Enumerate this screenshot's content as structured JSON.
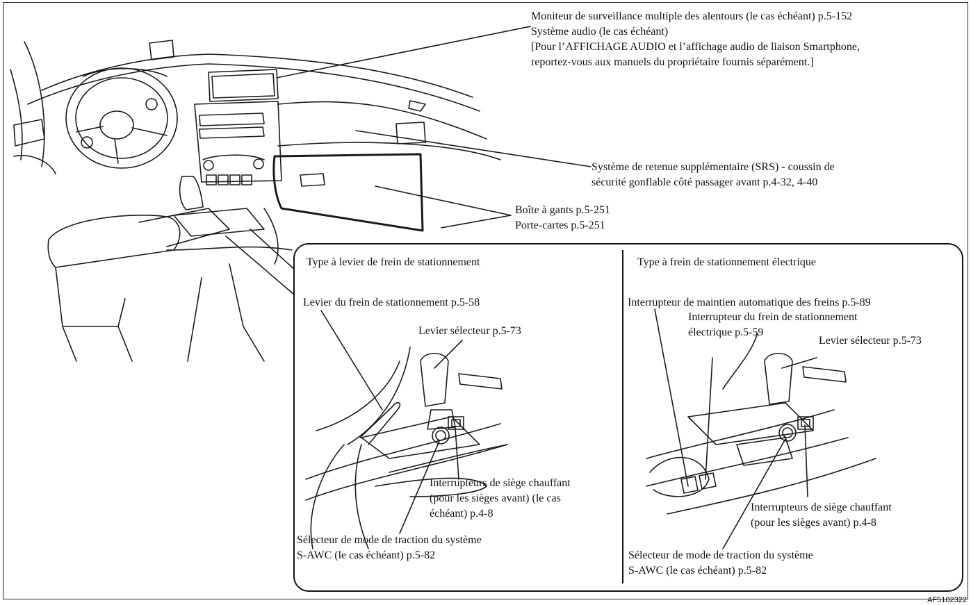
{
  "figure_code": "AF5102322",
  "callouts": {
    "monitor": "Moniteur de surveillance multiple des alentours (le cas échéant) p.5-152",
    "audio": "Système audio (le cas échéant)",
    "audio_note_1": "[Pour l’AFFICHAGE AUDIO et l’affichage audio de liaison Smartphone,",
    "audio_note_2": "reportez-vous aux manuels du propriétaire fournis séparément.]",
    "srs_1": "Système de retenue supplémentaire (SRS) - coussin de",
    "srs_2": "sécurité gonflable côté passager avant p.4-32, 4-40",
    "glovebox": "Boîte à gants p.5-251",
    "cardholder": "Porte-cartes p.5-251"
  },
  "left_panel": {
    "heading": "Type à levier de frein de stationnement",
    "parking_lever": "Levier du frein de stationnement p.5-58",
    "selector_lever": "Levier sélecteur p.5-73",
    "heated_1": "Interrupteurs de siège chauffant",
    "heated_2": "(pour les sièges avant) (le cas",
    "heated_3": "échéant) p.4-8",
    "sawc_1": "Sélecteur de mode de traction du système",
    "sawc_2": "S-AWC (le cas échéant) p.5-82"
  },
  "right_panel": {
    "heading": "Type à frein de stationnement électrique",
    "auto_hold": "Interrupteur de maintien automatique des freins p.5-89",
    "epb_1": "Interrupteur du frein de stationnement",
    "epb_2": "électrique p.5-59",
    "selector_lever": "Levier sélecteur p.5-73",
    "heated_1": "Interrupteurs de siège chauffant",
    "heated_2": "(pour les sièges avant) p.4-8",
    "sawc_1": "Sélecteur de mode de traction du système",
    "sawc_2": "S-AWC (le cas échéant) p.5-82"
  }
}
